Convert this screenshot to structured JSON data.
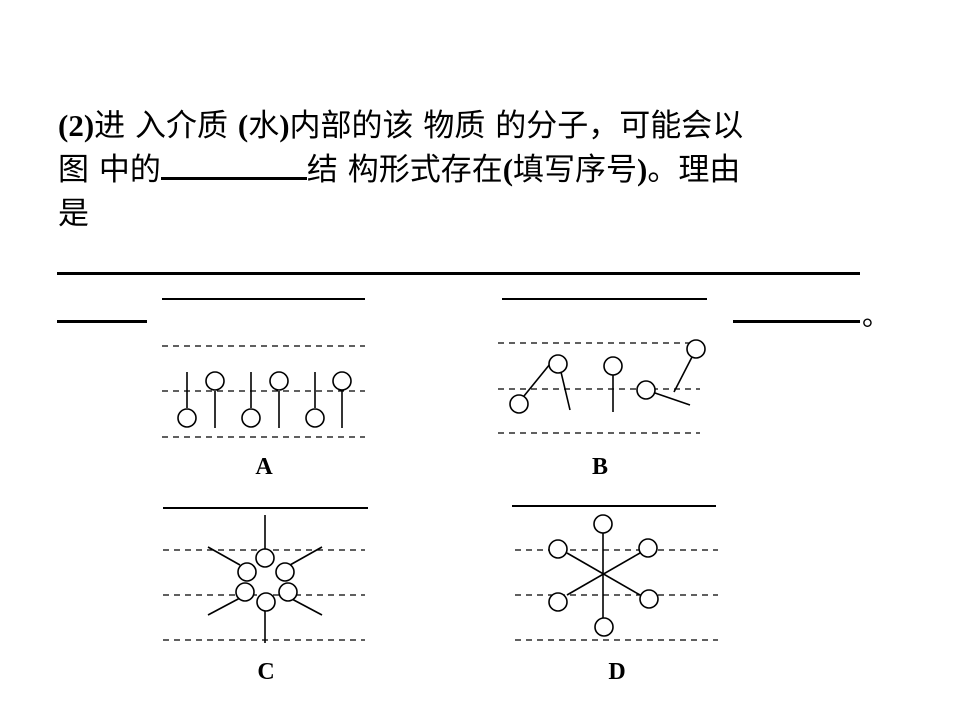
{
  "question": {
    "part": "(2)",
    "seg1": "进 入介质",
    "paren_open": "(",
    "water": "水",
    "paren_close": ")",
    "seg2": "内部的该 物质 的分子，可能会以",
    "seg3": "图 中的",
    "seg4": "结 构形式存在",
    "fill_open": "(",
    "fill_hint": "填写序号",
    "fill_close": ")",
    "seg5": "。理由",
    "seg6": "是",
    "end_mark": "。"
  },
  "figures": {
    "labels": [
      "A",
      "B",
      "C",
      "D"
    ],
    "colors": {
      "line": "#000000",
      "circle_fill": "#ffffff"
    }
  }
}
